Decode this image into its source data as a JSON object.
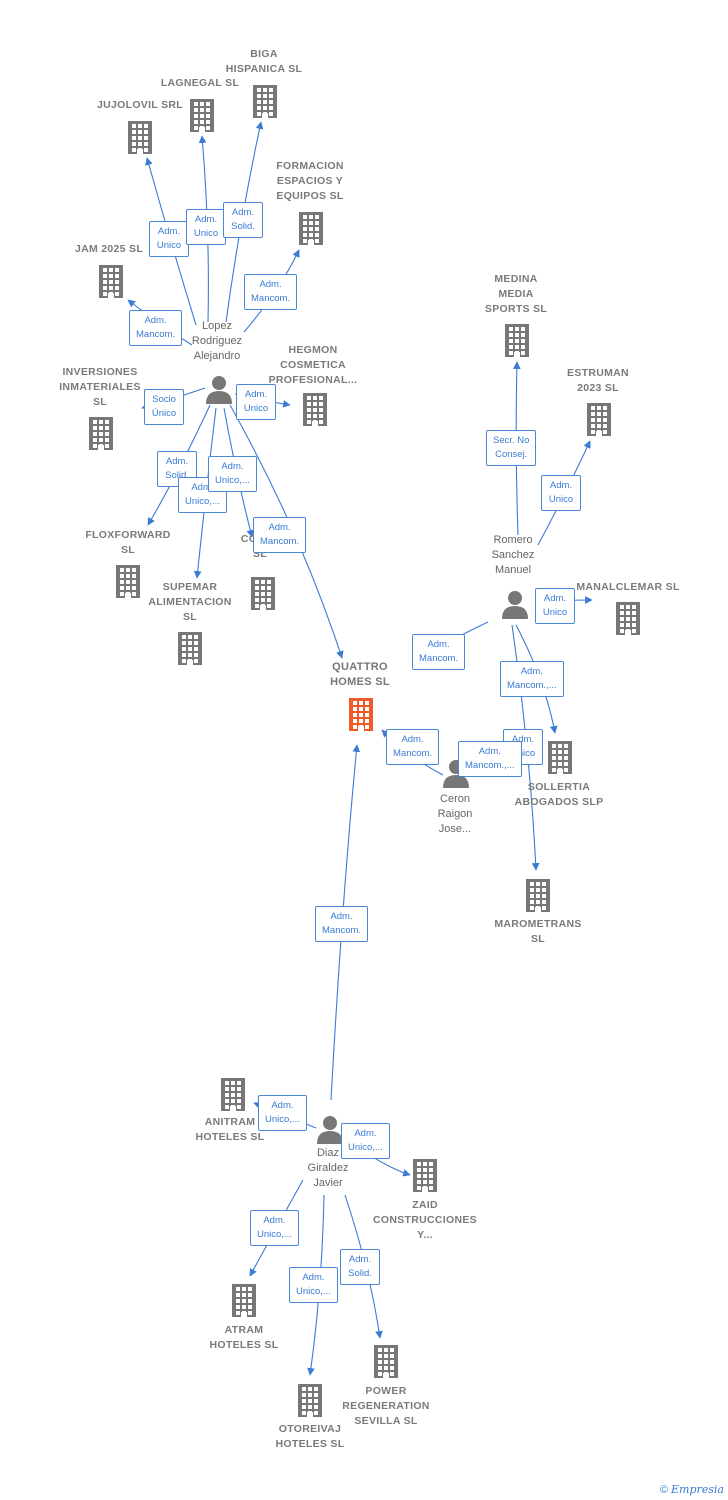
{
  "companies": [
    {
      "id": "jujolovil",
      "label": "JUJOLOVIL SRL"
    },
    {
      "id": "lagnegal",
      "label": "LAGNEGAL  SL"
    },
    {
      "id": "biga",
      "label": "BIGA\nHISPANICA  SL"
    },
    {
      "id": "formacion",
      "label": "FORMACION\nESPACIOS Y\nEQUIPOS  SL"
    },
    {
      "id": "jam2025",
      "label": "JAM 2025 SL"
    },
    {
      "id": "inversiones",
      "label": "INVERSIONES\nINMATERIALES\nSL"
    },
    {
      "id": "hegmon",
      "label": "HEGMON\nCOSMETICA\nPROFESIONAL..."
    },
    {
      "id": "floxforward",
      "label": "FLOXFORWARD\nSL"
    },
    {
      "id": "supemar",
      "label": "SUPEMAR\nALIMENTACION\nSL"
    },
    {
      "id": "const",
      "label": "CONST\nSL"
    },
    {
      "id": "medina",
      "label": "MEDINA\nMEDIA\nSPORTS SL"
    },
    {
      "id": "estruman",
      "label": "ESTRUMAN\n2023  SL"
    },
    {
      "id": "manalclemar",
      "label": "MANALCLEMAR SL"
    },
    {
      "id": "quattro",
      "label": "QUATTRO\nHOMES  SL"
    },
    {
      "id": "sollertia",
      "label": "SOLLERTIA\nABOGADOS  SLP"
    },
    {
      "id": "marometrans",
      "label": "MAROMETRANS\nSL"
    },
    {
      "id": "anitram",
      "label": "ANITRAM\nHOTELES  SL"
    },
    {
      "id": "zaid",
      "label": "ZAID\nCONSTRUCCIONES\nY..."
    },
    {
      "id": "atram",
      "label": "ATRAM\nHOTELES  SL"
    },
    {
      "id": "power",
      "label": "POWER\nREGENERATION\nSEVILLA SL"
    },
    {
      "id": "otoreivaj",
      "label": "OTOREIVAJ\nHOTELES  SL"
    }
  ],
  "persons": [
    {
      "id": "lopez",
      "label": "Lopez\nRodriguez\nAlejandro"
    },
    {
      "id": "romero",
      "label": "Romero\nSanchez\nManuel"
    },
    {
      "id": "ceron",
      "label": "Ceron\nRaigon\nJose..."
    },
    {
      "id": "diaz",
      "label": "Diaz\nGiraldez\nJavier"
    }
  ],
  "roles": [
    {
      "id": "r1",
      "label": "Adm.\nUnico"
    },
    {
      "id": "r2",
      "label": "Adm.\nUnico"
    },
    {
      "id": "r3",
      "label": "Adm.\nSolid."
    },
    {
      "id": "r4",
      "label": "Adm.\nMancom."
    },
    {
      "id": "r5",
      "label": "Adm.\nMancom."
    },
    {
      "id": "r6",
      "label": "Socio\nÚnico"
    },
    {
      "id": "r7",
      "label": "Adm.\nUnico"
    },
    {
      "id": "r8",
      "label": "Adm.\nSolid."
    },
    {
      "id": "r9",
      "label": "Adm.\nUnico,..."
    },
    {
      "id": "r10",
      "label": "Adm.\nUnico,..."
    },
    {
      "id": "r11",
      "label": "Adm.\nMancom."
    },
    {
      "id": "r12",
      "label": "Secr.  No\nConsej."
    },
    {
      "id": "r13",
      "label": "Adm.\nUnico"
    },
    {
      "id": "r14",
      "label": "Adm.\nUnico"
    },
    {
      "id": "r15",
      "label": "Adm.\nMancom."
    },
    {
      "id": "r16",
      "label": "Adm.\nMancom.,..."
    },
    {
      "id": "r17",
      "label": "Adm.\nUnico"
    },
    {
      "id": "r18",
      "label": "Adm.\nMancom."
    },
    {
      "id": "r19",
      "label": "Adm.\nMancom.,..."
    },
    {
      "id": "r20",
      "label": "Adm.\nMancom."
    },
    {
      "id": "r21",
      "label": "Adm.\nUnico,..."
    },
    {
      "id": "r22",
      "label": "Adm.\nUnico,..."
    },
    {
      "id": "r23",
      "label": "Adm.\nUnico,..."
    },
    {
      "id": "r24",
      "label": "Adm.\nSolid."
    },
    {
      "id": "r25",
      "label": "Adm.\nUnico,..."
    }
  ],
  "colors": {
    "edge": "#3a7bd5",
    "building": "#777777",
    "main_building": "#f05a28",
    "person": "#777777"
  },
  "footer": {
    "copyright": "©",
    "brand": "Empresia"
  }
}
